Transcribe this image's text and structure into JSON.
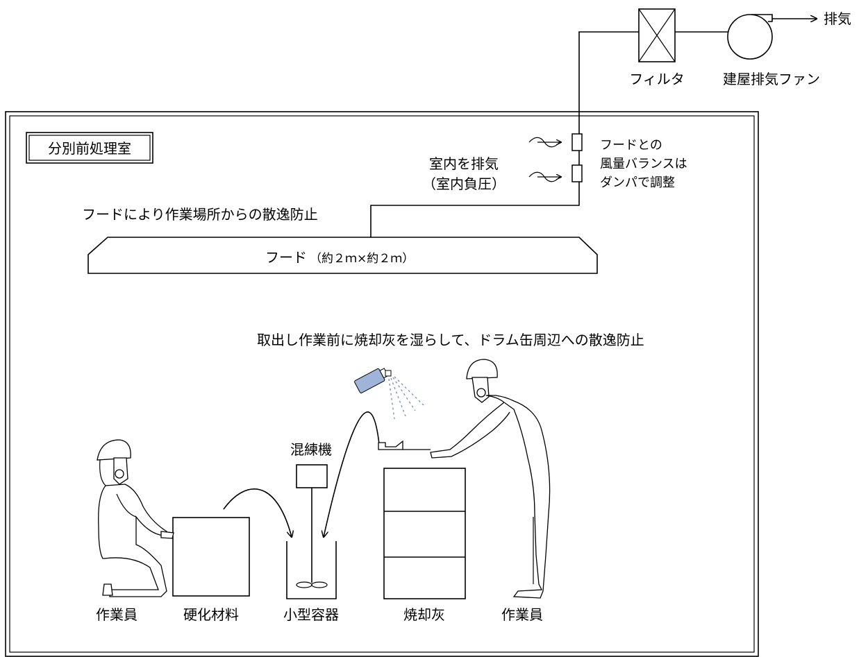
{
  "labels": {
    "exhaust": "排気",
    "filter": "フィルタ",
    "building_fan": "建屋排気ファン",
    "room_name": "分別前処理室",
    "damper_note_line1": "フードとの",
    "damper_note_line2": "風量バランスは",
    "damper_note_line3": "ダンパで調整",
    "room_exhaust_line1": "室内を排気",
    "room_exhaust_line2": "（室内負圧）",
    "hood_note": "フードにより作業場所からの散逸防止",
    "hood_label": "フード",
    "hood_size": "（約２ｍ×約２ｍ）",
    "moisten_note": "取出し作業前に焼却灰を湿らして、ドラム缶周辺への散逸防止",
    "mixer": "混練機",
    "worker_left": "作業員",
    "hardening_material": "硬化材料",
    "small_container": "小型容器",
    "incineration_ash": "焼却灰",
    "worker_right": "作業員"
  },
  "colors": {
    "line": "#000000",
    "spray_bottle": "#9fb4d8",
    "spray_mist": "#7f93b8"
  }
}
